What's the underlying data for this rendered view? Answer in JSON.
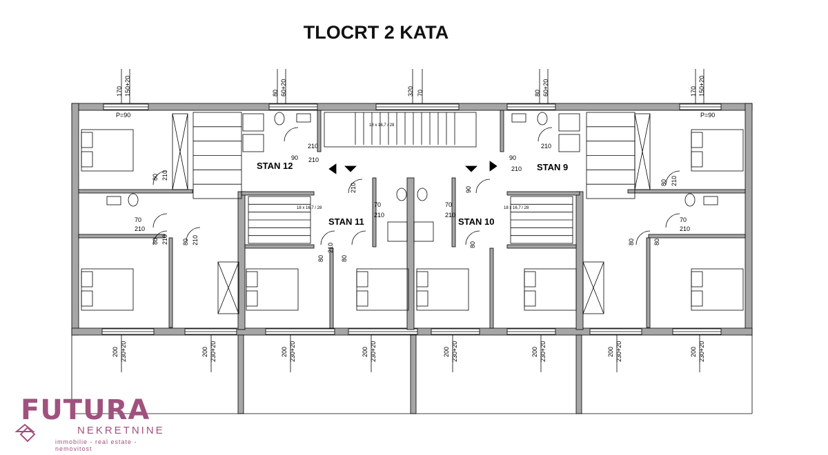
{
  "title": "TLOCRT 2 KATA",
  "apartments": [
    {
      "id": "stan12",
      "label": "STAN 12"
    },
    {
      "id": "stan11",
      "label": "STAN 11"
    },
    {
      "id": "stan10",
      "label": "STAN 10"
    },
    {
      "id": "stan9",
      "label": "STAN 9"
    }
  ],
  "dims_top": [
    "170",
    "150+20",
    "80",
    "60+20",
    "320",
    "70",
    "80",
    "60+20",
    "170",
    "150+20"
  ],
  "dims_bottom": [
    "200",
    "230+20"
  ],
  "window_note": "P=90",
  "door_labels": [
    "70",
    "80",
    "90",
    "210"
  ],
  "stair_label": "18 x 16,7 / 28",
  "logo": {
    "name": "FUTURA",
    "subtitle": "NEKRETNINE",
    "tagline": "immobilie - real estate - nemovitost"
  },
  "colors": {
    "wall": "#9a9a9a",
    "line": "#000000",
    "brand": "#a0527e"
  }
}
